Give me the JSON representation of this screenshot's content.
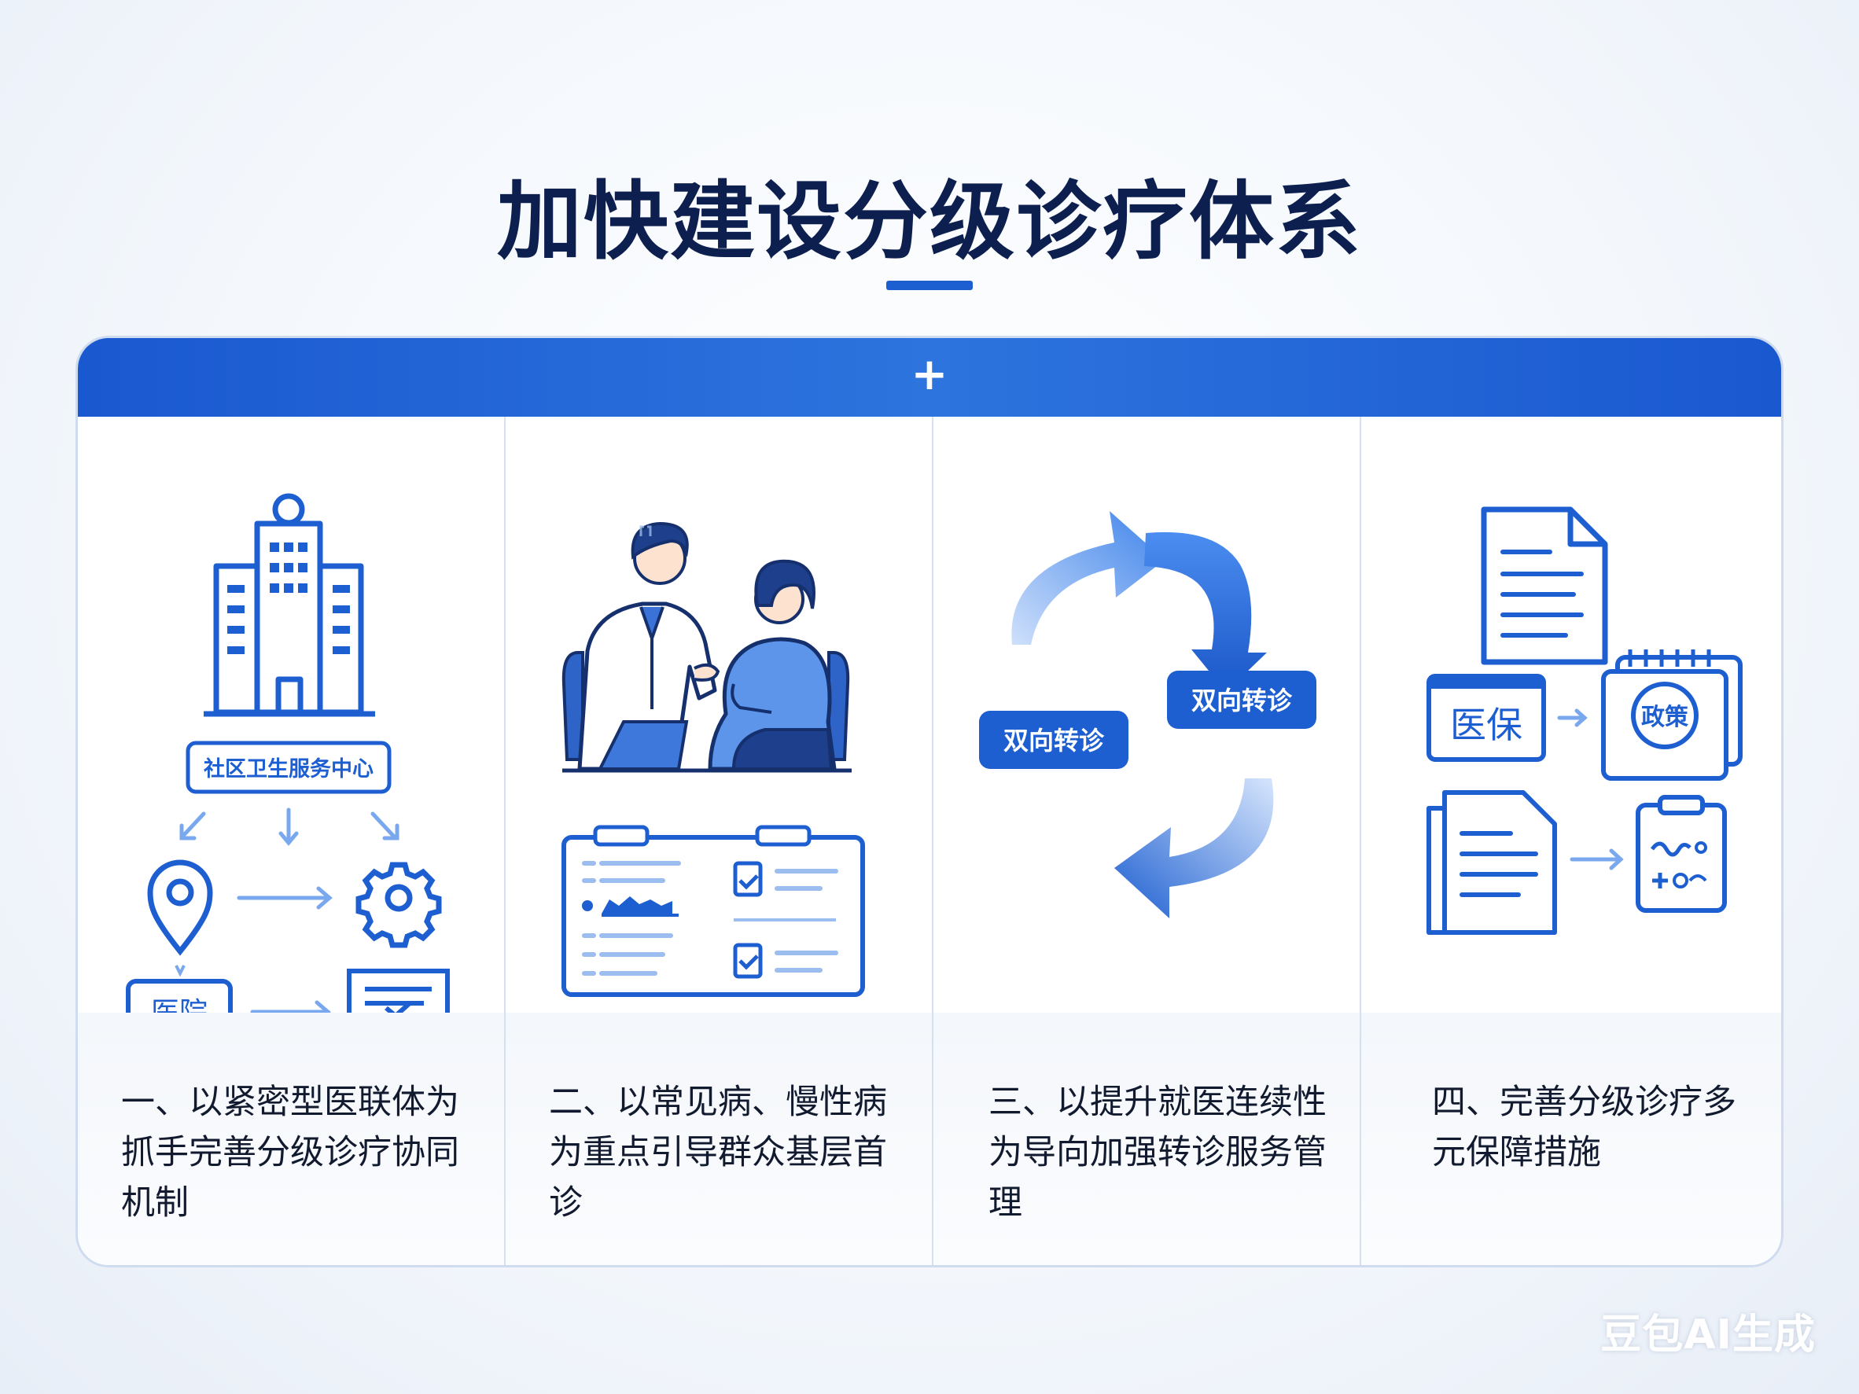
{
  "title": "加快建设分级诊疗体系",
  "header_symbol": "+",
  "columns": [
    {
      "text": "一、以紧密型医联体为抓手完善分级诊疗协同机制",
      "labels": {
        "center": "社区卫生服务中心",
        "hospital": "医院"
      },
      "icons": [
        "hospital-building-icon",
        "location-pin-icon",
        "gear-icon",
        "hospital-label-icon",
        "document-check-icon"
      ]
    },
    {
      "text": "二、以常见病、慢性病为重点引导群众基层首诊",
      "icons": [
        "doctor-patient-consultation-icon",
        "medical-record-board-icon",
        "checklist-icon"
      ]
    },
    {
      "text": "三、以提升就医连续性为导向加强转诊服务管理",
      "labels": {
        "referral_top": "双向转诊",
        "referral_bottom": "双向转诊"
      },
      "icons": [
        "circular-arrows-icon"
      ]
    },
    {
      "text": "四、完善分级诊疗多元保障措施",
      "labels": {
        "insurance": "医保",
        "policy": "政策"
      },
      "icons": [
        "document-icon",
        "notebook-icon",
        "files-icon",
        "clipboard-icon"
      ]
    }
  ],
  "watermark": "豆包AI生成",
  "colors": {
    "primary": "#1d5fd1",
    "title": "#0d1f4f",
    "light_blue": "#5b9bf0"
  }
}
